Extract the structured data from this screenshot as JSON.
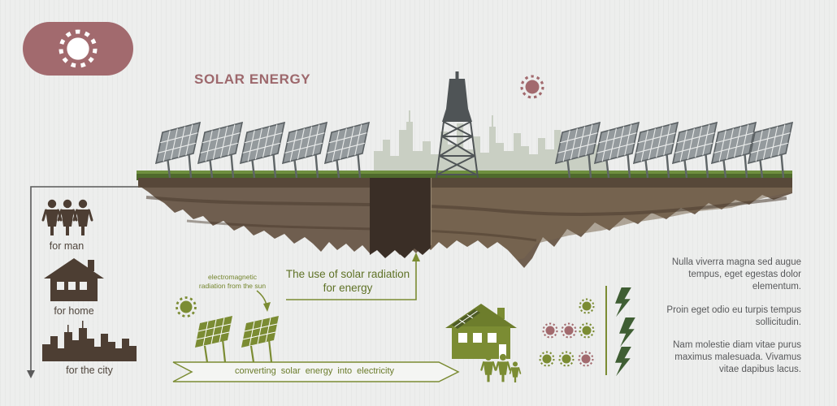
{
  "title": "SOLAR ENERGY",
  "sidebar": {
    "items": [
      {
        "label": "for man",
        "icon": "people-icon"
      },
      {
        "label": "for home",
        "icon": "house-icon"
      },
      {
        "label": "for the city",
        "icon": "city-icon"
      }
    ]
  },
  "center": {
    "radiation_label": "electromagnetic radiation from the sun",
    "use_label": "The use of solar radiation for energy",
    "banner_label": "converting solar energy into electricity"
  },
  "paragraphs": [
    "Nulla viverra magna sed augue tempus, eget egestas dolor elementum.",
    "Proin eget odio eu turpis tempus sollicitudin.",
    "Nam molestie diam vitae purus maximus malesuada. Vivamus vitae dapibus lacus."
  ],
  "palette": {
    "background": "#edeeed",
    "mauve": "#a26a6e",
    "olive_green": "#7b8c33",
    "dark_green_bolt": "#3f5e33",
    "soil_brown": "#6f5e4f",
    "soil_dark": "#3a2e26",
    "grass_green": "#4f6a2c",
    "panel_gray": "#949a9d",
    "dark_brown_icons": "#4d3e33",
    "text_gray": "#58595b"
  },
  "icons": [
    "sun-icon",
    "solar-panel-icon",
    "transmission-tower-icon",
    "people-icon",
    "house-icon",
    "city-icon",
    "green-house-icon",
    "family-icon",
    "lightning-bolt-icon"
  ]
}
